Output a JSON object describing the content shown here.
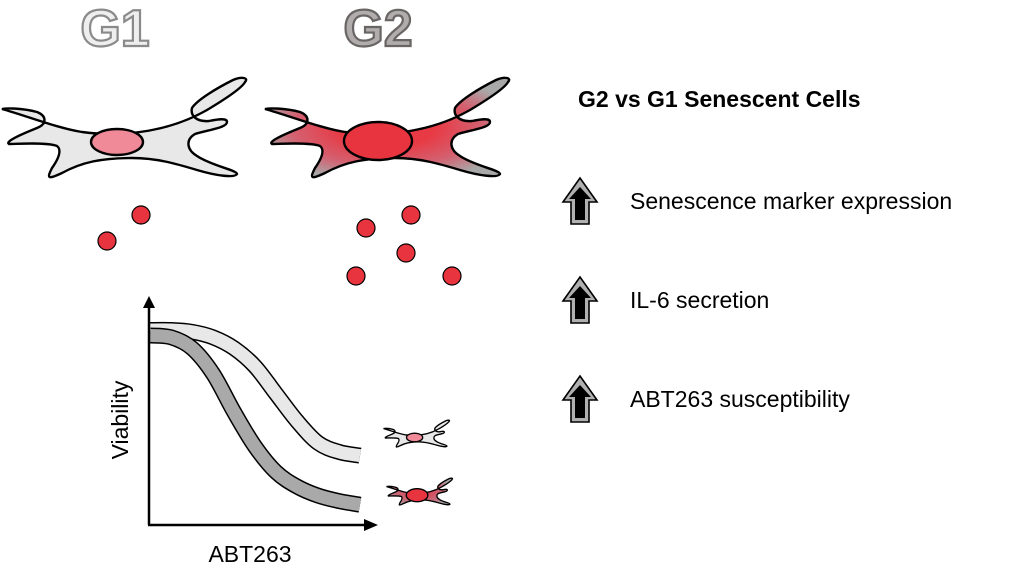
{
  "groups": [
    {
      "id": "G1",
      "label": "G1",
      "label_fill": "#eeeeee",
      "label_stroke": "#8a8a8a",
      "cell_fill": "#e8e8e8",
      "nucleus_fill": "#f08a98",
      "sasp_count": 2
    },
    {
      "id": "G2",
      "label": "G2",
      "label_fill": "#b2adad",
      "label_stroke": "#6a6565",
      "cell_fill": "#e83a44",
      "cell_edge_fill": "#a8a8a8",
      "nucleus_fill": "#e8343e",
      "sasp_count": 5
    }
  ],
  "colors": {
    "sasp_dot": "#e8343e",
    "outline": "#000000",
    "arrow_outer": "#b0b0b0",
    "arrow_inner": "#000000"
  },
  "summary": {
    "title": "G2 vs G1 Senescent Cells",
    "items": [
      {
        "icon": "up-arrow-icon",
        "text": "Senescence marker expression"
      },
      {
        "icon": "up-arrow-icon",
        "text": "IL-6 secretion"
      },
      {
        "icon": "up-arrow-icon",
        "text": "ABT263 susceptibility"
      }
    ]
  },
  "chart_data": {
    "type": "line",
    "title": "",
    "xlabel": "ABT263",
    "ylabel": "Viability",
    "xlim": [
      0,
      1
    ],
    "ylim": [
      0,
      1
    ],
    "grid": false,
    "series": [
      {
        "name": "G1",
        "color": "#e8e8e8",
        "x": [
          0,
          0.1,
          0.2,
          0.3,
          0.4,
          0.5,
          0.6,
          0.7,
          0.8,
          0.9,
          1.0
        ],
        "y": [
          1.0,
          1.0,
          0.99,
          0.96,
          0.9,
          0.8,
          0.65,
          0.5,
          0.38,
          0.33,
          0.31
        ]
      },
      {
        "name": "G2",
        "color": "#a9a9a9",
        "x": [
          0,
          0.1,
          0.2,
          0.3,
          0.4,
          0.5,
          0.6,
          0.7,
          0.8,
          0.9,
          1.0
        ],
        "y": [
          0.97,
          0.96,
          0.9,
          0.76,
          0.55,
          0.36,
          0.22,
          0.14,
          0.09,
          0.06,
          0.04
        ]
      }
    ]
  }
}
